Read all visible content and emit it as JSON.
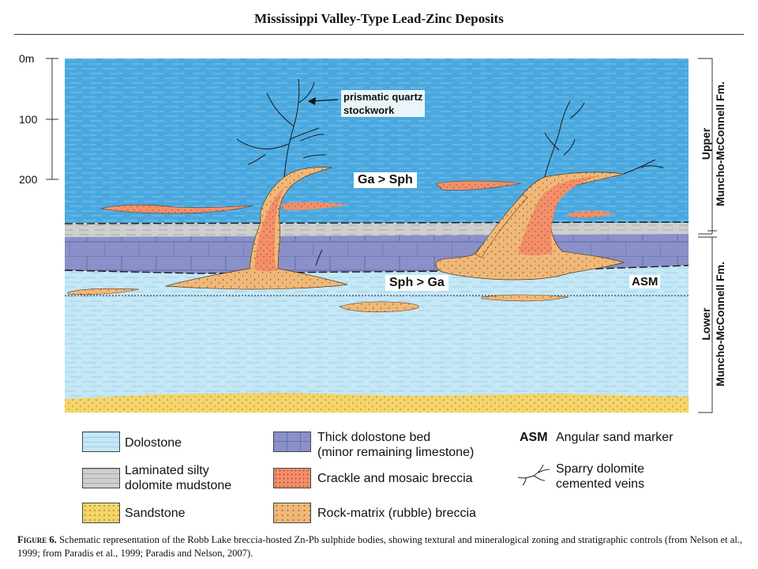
{
  "header": {
    "title": "Mississippi Valley-Type Lead-Zinc Deposits"
  },
  "depth_scale": {
    "ticks": [
      "0m",
      "100",
      "200"
    ]
  },
  "formations": [
    {
      "line1": "Upper",
      "line2": "Muncho-McConnell Fm."
    },
    {
      "line1": "Lower",
      "line2": "Muncho-McConnell Fm."
    }
  ],
  "annotations": {
    "quartz_stockwork_1": "prismatic quartz",
    "quartz_stockwork_2": "stockwork",
    "upper_zone": "Ga > Sph",
    "lower_zone": "Sph > Ga",
    "asm": "ASM"
  },
  "legend": {
    "dolostone": "Dolostone",
    "laminated_1": "Laminated silty",
    "laminated_2": "dolomite mudstone",
    "sandstone": "Sandstone",
    "thick_bed_1": "Thick dolostone bed",
    "thick_bed_2": "(minor remaining limestone)",
    "crackle": "Crackle and mosaic breccia",
    "rock_matrix": "Rock-matrix (rubble) breccia",
    "asm_abbr": "ASM",
    "asm_text": "Angular sand marker",
    "sparry_1": "Sparry dolomite",
    "sparry_2": "cemented veins"
  },
  "caption": {
    "head": "Figure 6.",
    "text": " Schematic representation of the Robb Lake breccia-hosted Zn-Pb sulphide bodies, showing textural and mineralogical zoning and stratigraphic controls (from Nelson et al., 1999; from Paradis et al., 1999; Paradis and Nelson, 2007)."
  },
  "colors": {
    "dolostone_upper": "#4aa8df",
    "dolostone_lower": "#c5e7f6",
    "laminated": "#cfcfcf",
    "thick_bed": "#8a90c8",
    "sandstone": "#f3d56a",
    "crackle_breccia": "#f2906a",
    "rock_matrix_breccia": "#f0b878"
  }
}
